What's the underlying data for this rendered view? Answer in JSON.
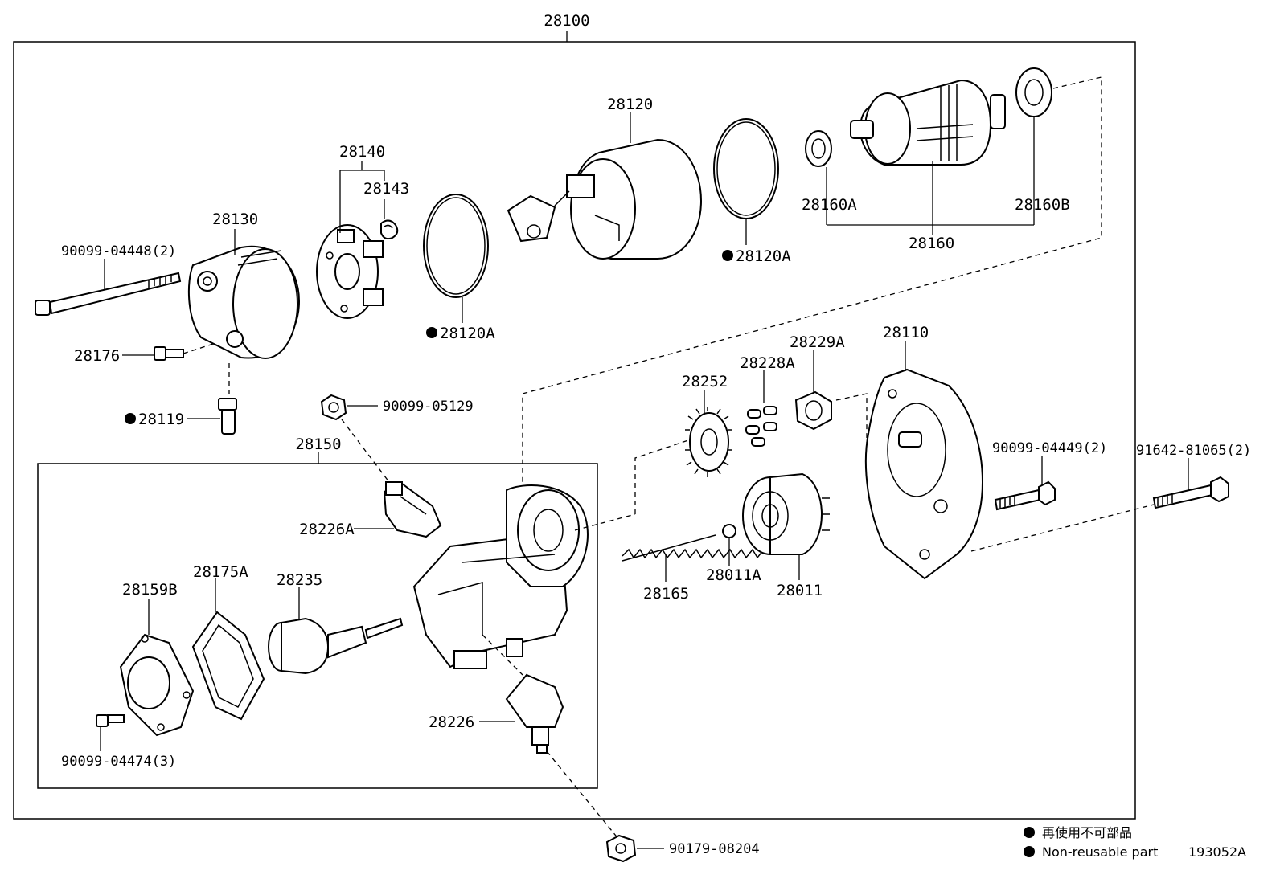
{
  "assembly": {
    "main_part": "28100",
    "sub_assembly": "28150",
    "diagram_id": "193052A"
  },
  "labels": {
    "p28120": "28120",
    "p28140": "28140",
    "p28143": "28143",
    "p28130": "28130",
    "p90099_04448": "90099-04448(2)",
    "p28176": "28176",
    "p28119": "28119",
    "p28120A_left": "28120A",
    "p28120A_right": "28120A",
    "p28160A": "28160A",
    "p28160B": "28160B",
    "p28160": "28160",
    "p90099_05129": "90099-05129",
    "p28226A": "28226A",
    "p28159B": "28159B",
    "p28175A": "28175A",
    "p28235": "28235",
    "p28226": "28226",
    "p90099_04474": "90099-04474(3)",
    "p90179_08204": "90179-08204",
    "p28252": "28252",
    "p28228A": "28228A",
    "p28229A": "28229A",
    "p28110": "28110",
    "p90099_04449": "90099-04449(2)",
    "p91642_81065": "91642-81065(2)",
    "p28165": "28165",
    "p28011A": "28011A",
    "p28011": "28011"
  },
  "legend": {
    "japanese": "再使用不可部品",
    "english": "Non-reusable part"
  },
  "colors": {
    "ink": "#000000",
    "paper": "#ffffff"
  },
  "icons": {
    "non_reusable_marker": "filled-circle"
  }
}
